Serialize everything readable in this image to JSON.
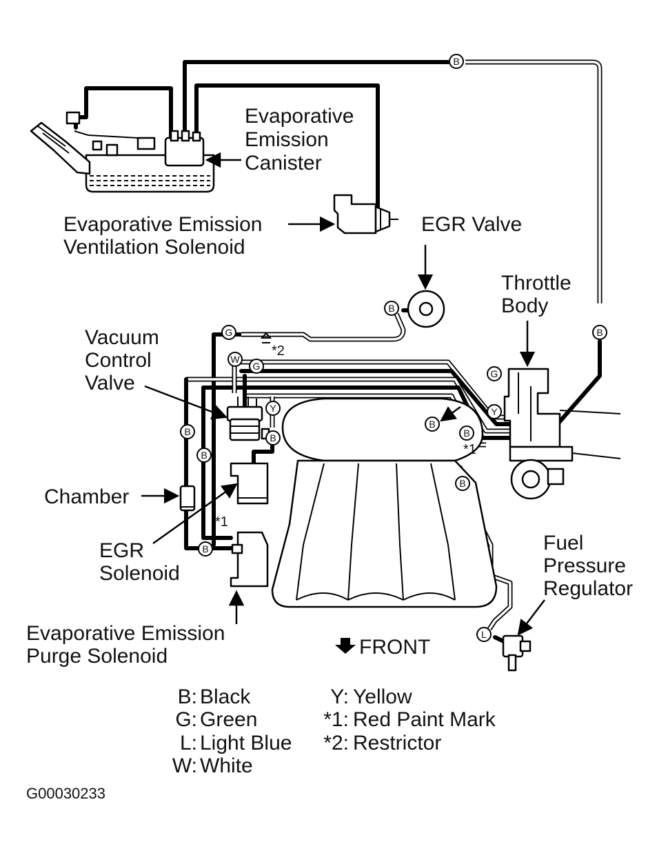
{
  "labels": {
    "canister": [
      "Evaporative",
      "Emission",
      "Canister"
    ],
    "ventilation_solenoid": [
      "Evaporative Emission",
      "Ventilation Solenoid"
    ],
    "egr_valve": "EGR Valve",
    "throttle_body": [
      "Throttle",
      "Body"
    ],
    "vacuum_control_valve": [
      "Vacuum",
      "Control",
      "Valve"
    ],
    "chamber": "Chamber",
    "egr_solenoid": [
      "EGR",
      "Solenoid"
    ],
    "fuel_pressure_regulator": [
      "Fuel",
      "Pressure",
      "Regulator"
    ],
    "purge_solenoid": [
      "Evaporative Emission",
      "Purge Solenoid"
    ],
    "front": "FRONT"
  },
  "hose_tags": {
    "black": "B",
    "green": "G",
    "white": "W",
    "yellow": "Y",
    "light_blue": "L"
  },
  "marks": {
    "red_paint": "*1",
    "restrictor": "*2"
  },
  "legend": {
    "left": [
      {
        "key": "B:",
        "value": "Black"
      },
      {
        "key": "G:",
        "value": "Green"
      },
      {
        "key": "L:",
        "value": "Light Blue"
      },
      {
        "key": "W:",
        "value": "White"
      }
    ],
    "right": [
      {
        "key": "Y:",
        "value": "Yellow"
      },
      {
        "key": "*1:",
        "value": "Red Paint Mark"
      },
      {
        "key": "*2:",
        "value": "Restrictor"
      }
    ]
  },
  "figure_code": "G00030233"
}
